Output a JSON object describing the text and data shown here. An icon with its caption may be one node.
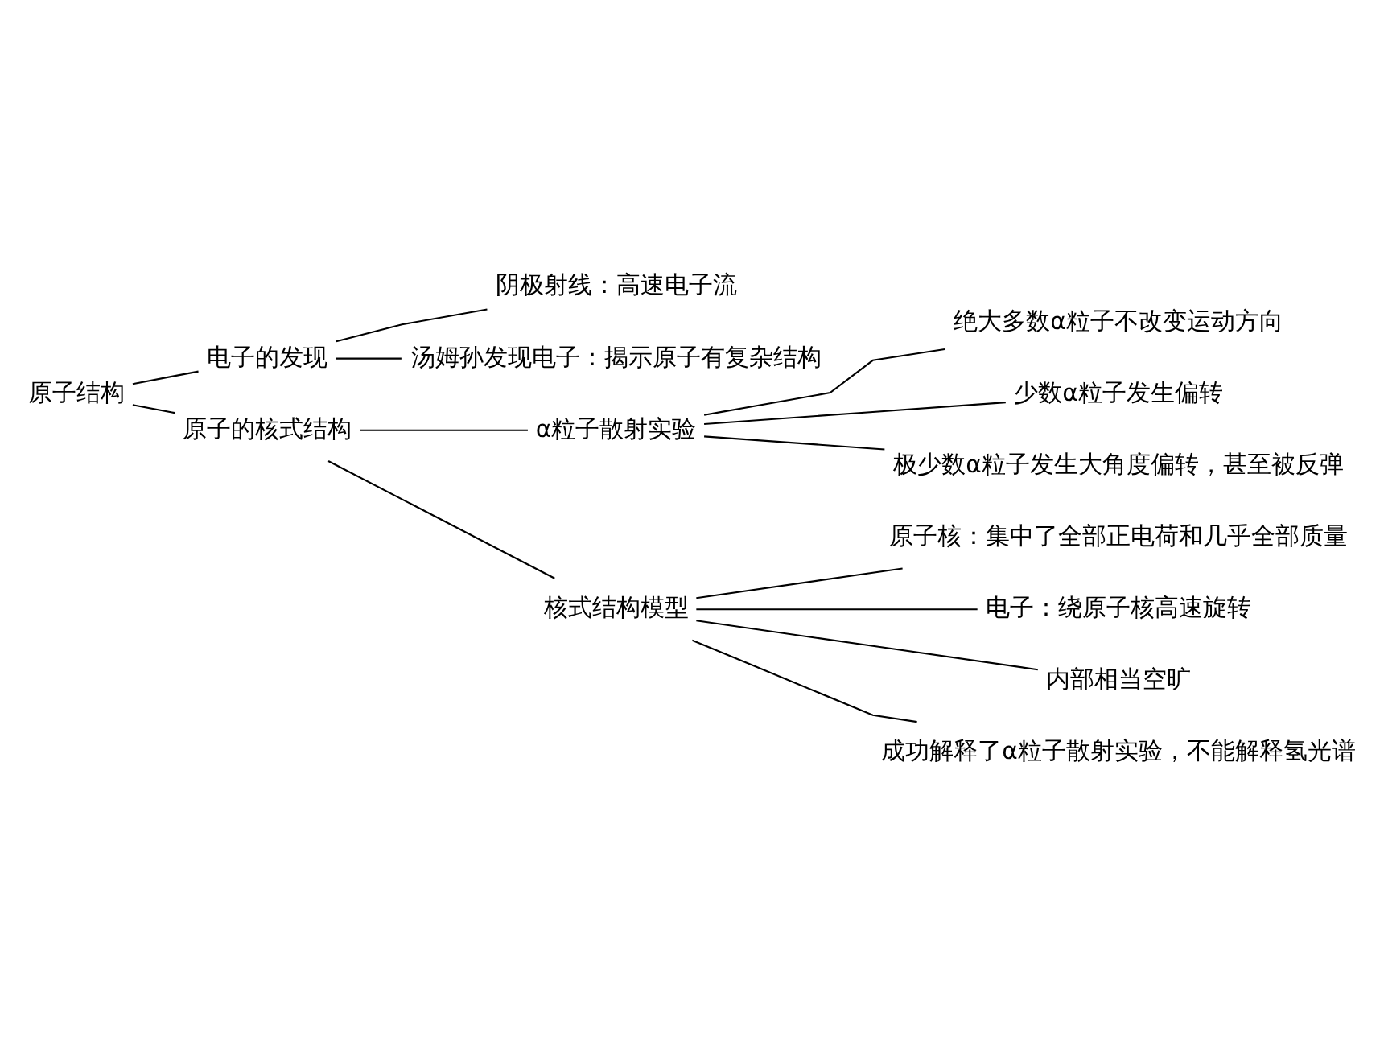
{
  "diagram": {
    "nodes": [
      {
        "text": [
          "原子结构"
        ]
      },
      {
        "text": [
          "电子的发现"
        ]
      },
      {
        "text": [
          "阴极射线：高速电子流"
        ]
      },
      {
        "text": [
          "汤姆孙发现电子：揭示原子有复杂结构"
        ]
      },
      {
        "text": [
          "原子的核式结构"
        ]
      },
      {
        "text": [
          "α粒子散射实验"
        ]
      },
      {
        "text": [
          "绝大多数α粒子不改变运动方向"
        ]
      },
      {
        "text": [
          "少数α粒子发生偏转"
        ]
      },
      {
        "text": [
          "极少数α粒子发生大角度偏转，甚至被反弹"
        ]
      },
      {
        "text": [
          "核式结构模型"
        ]
      },
      {
        "text": [
          "原子核：集中了全部正电荷和几乎全部质量"
        ]
      },
      {
        "text": [
          "电子：绕原子核高速旋转"
        ]
      },
      {
        "text": [
          "内部相当空旷"
        ]
      },
      {
        "text": [
          "成功解释了α粒子散射实验，不能解释氢光谱"
        ]
      }
    ],
    "edges": [
      {
        "from": 0,
        "to": 1,
        "arrow": "none"
      },
      {
        "from": 0,
        "to": 4,
        "arrow": "none"
      },
      {
        "from": 1,
        "to": 2,
        "arrow": "none"
      },
      {
        "from": 1,
        "to": 3,
        "arrow": "none"
      },
      {
        "from": 4,
        "to": 5,
        "arrow": "none"
      },
      {
        "from": 4,
        "to": 9,
        "arrow": "none"
      },
      {
        "from": 5,
        "to": 6,
        "arrow": "none"
      },
      {
        "from": 5,
        "to": 7,
        "arrow": "none"
      },
      {
        "from": 5,
        "to": 8,
        "arrow": "none"
      },
      {
        "from": 9,
        "to": 10,
        "arrow": "none"
      },
      {
        "from": 9,
        "to": 11,
        "arrow": "none"
      },
      {
        "from": 9,
        "to": 12,
        "arrow": "none"
      },
      {
        "from": 9,
        "to": 13,
        "arrow": "none"
      }
    ]
  }
}
